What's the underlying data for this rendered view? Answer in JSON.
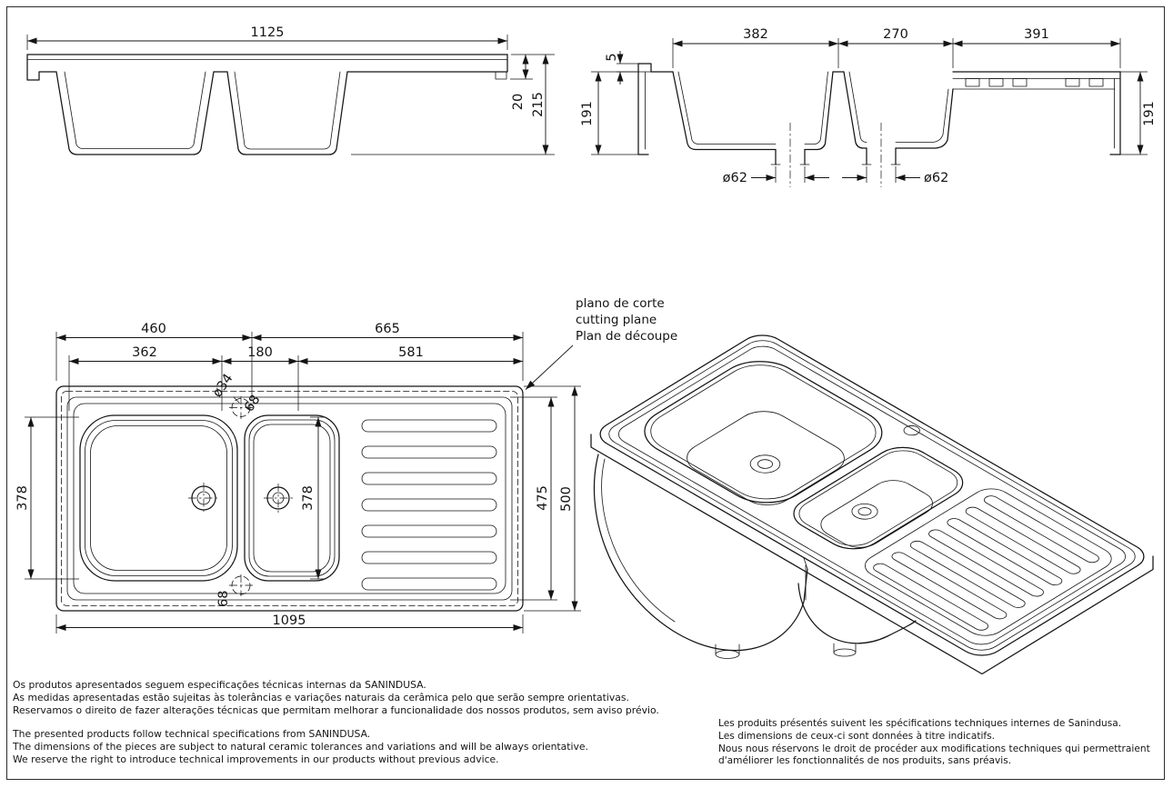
{
  "drawing": {
    "side_view": {
      "overall_width": "1125",
      "rim_height": "20",
      "overall_height": "215"
    },
    "section_view": {
      "bowl1_width": "382",
      "bowl2_width": "270",
      "drainer_width": "391",
      "edge_height": "5",
      "depth_left": "191",
      "depth_right": "191",
      "drain1_diameter": "ø62",
      "drain2_diameter": "ø62"
    },
    "plan_view": {
      "left_span": "460",
      "right_span": "665",
      "bowl1_inner": "362",
      "bowl2_inner": "180",
      "drainer_inner": "581",
      "tap_hole_diameter": "ø34",
      "tap_hole_offset": "68",
      "bowl1_depth": "378",
      "bowl2_depth": "378",
      "recess_width": "475",
      "overall_width": "500",
      "overall_length": "1095",
      "knockout_offset": "68"
    },
    "cutting_plane_label": {
      "pt": "plano de corte",
      "en": "cutting plane",
      "fr": "Plan de découpe"
    }
  },
  "footer": {
    "pt": [
      "Os produtos apresentados seguem especificações técnicas internas da SANINDUSA.",
      "As medidas apresentadas estão sujeitas às tolerâncias e variações naturais da cerâmica pelo que serão sempre orientativas.",
      "Reservamos o direito de fazer alterações técnicas que permitam melhorar a funcionalidade dos nossos produtos, sem aviso prévio."
    ],
    "en": [
      "The presented products follow technical specifications from SANINDUSA.",
      "The dimensions of the pieces are subject to natural ceramic tolerances and variations and will be always orientative.",
      "We reserve the right to introduce technical improvements in our products without previous advice."
    ],
    "fr": [
      "Les produits présentés suivent les spécifications techniques internes de Sanindusa.",
      "Les dimensions de ceux-ci sont données à titre indicatifs.",
      "Nous nous réservons le droit de procéder aux modifications techniques qui permettraient d'améliorer les fonctionnalités de nos produits, sans préavis."
    ]
  }
}
